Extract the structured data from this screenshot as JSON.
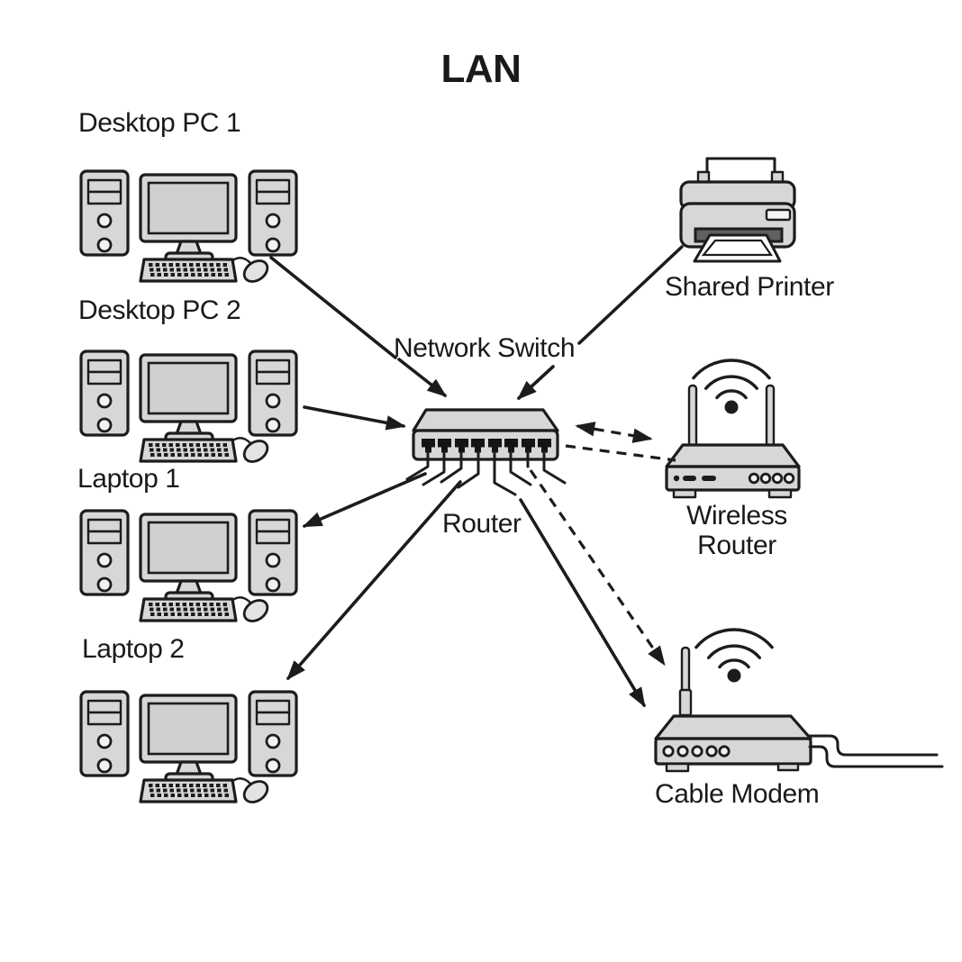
{
  "title": "LAN",
  "colors": {
    "line": "#1c1c1c",
    "device_fill": "#d7d7d7",
    "screen_fill": "#d0d0d0",
    "paper_fill": "#ffffff",
    "printer_slot_fill": "#606060",
    "port_fill": "#141414",
    "background": "#ffffff"
  },
  "nodes": {
    "desktop_pc_1": {
      "label": "Desktop PC 1",
      "icon": "desktop-computer-icon"
    },
    "desktop_pc_2": {
      "label": "Desktop PC 2",
      "icon": "desktop-computer-icon"
    },
    "laptop_1": {
      "label": "Laptop 1",
      "icon": "desktop-computer-icon"
    },
    "laptop_2": {
      "label": "Laptop 2",
      "icon": "desktop-computer-icon"
    },
    "network_switch": {
      "label": "Network Switch",
      "icon": "network-switch-icon",
      "ports": 8
    },
    "router": {
      "label": "Router"
    },
    "shared_printer": {
      "label": "Shared Printer",
      "icon": "printer-icon"
    },
    "wireless_router": {
      "label": "Wireless Router",
      "label_lines": [
        "Wireless",
        "Router"
      ],
      "icon": "wireless-router-icon"
    },
    "cable_modem": {
      "label": "Cable Modem",
      "icon": "cable-modem-icon"
    }
  },
  "connections": [
    {
      "from": "desktop_pc_1",
      "to": "network_switch",
      "style": "solid",
      "arrow": "to"
    },
    {
      "from": "desktop_pc_2",
      "to": "network_switch",
      "style": "solid",
      "arrow": "to"
    },
    {
      "from": "shared_printer",
      "to": "network_switch",
      "style": "solid",
      "arrow": "to"
    },
    {
      "from": "network_switch",
      "to": "laptop_1",
      "style": "solid",
      "arrow": "to"
    },
    {
      "from": "network_switch",
      "to": "laptop_2",
      "style": "solid",
      "arrow": "to"
    },
    {
      "from": "network_switch",
      "to": "wireless_router",
      "style": "dashed",
      "arrow": "both"
    },
    {
      "from": "network_switch",
      "to": "wireless_router",
      "style": "dashed",
      "arrow": "none"
    },
    {
      "from": "network_switch",
      "to": "cable_modem",
      "style": "dashed",
      "arrow": "to"
    },
    {
      "from": "network_switch",
      "to": "cable_modem",
      "style": "solid",
      "arrow": "to"
    }
  ]
}
